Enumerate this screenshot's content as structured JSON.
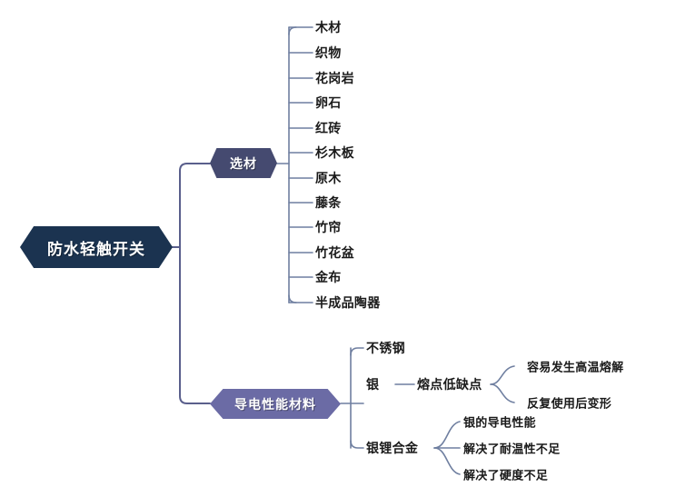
{
  "diagram": {
    "type": "mind-map",
    "title": "防水轻触开关",
    "colors": {
      "root_fill": "#1b3350",
      "branch_materials_fill": "#454a70",
      "branch_conductive_fill": "#6b6ba5",
      "wire": "#5a5f8c",
      "wire_light": "#6f7fa0",
      "text": "#1a1a1a",
      "node_text": "#ffffff",
      "background": "#ffffff"
    },
    "root": {
      "label": "防水轻触开关"
    },
    "branches": [
      {
        "id": "materials",
        "label": "选材",
        "children": [
          {
            "label": "木材"
          },
          {
            "label": "织物"
          },
          {
            "label": "花岗岩"
          },
          {
            "label": "卵石"
          },
          {
            "label": "红砖"
          },
          {
            "label": "杉木板"
          },
          {
            "label": "原木"
          },
          {
            "label": "藤条"
          },
          {
            "label": "竹帘"
          },
          {
            "label": "竹花盆"
          },
          {
            "label": "金布"
          },
          {
            "label": "半成品陶器"
          }
        ]
      },
      {
        "id": "conductive",
        "label": "导电性能材料",
        "children": [
          {
            "label": "不锈钢",
            "children": []
          },
          {
            "label": "银",
            "children": [
              {
                "label": "熔点低缺点",
                "children": [
                  {
                    "label": "容易发生高温熔解"
                  },
                  {
                    "label": "反复使用后变形"
                  }
                ]
              }
            ]
          },
          {
            "label": "银锂合金",
            "children": [
              {
                "label": "银的导电性能"
              },
              {
                "label": "解决了耐温性不足"
              },
              {
                "label": "解决了硬度不足"
              }
            ]
          }
        ]
      }
    ]
  }
}
